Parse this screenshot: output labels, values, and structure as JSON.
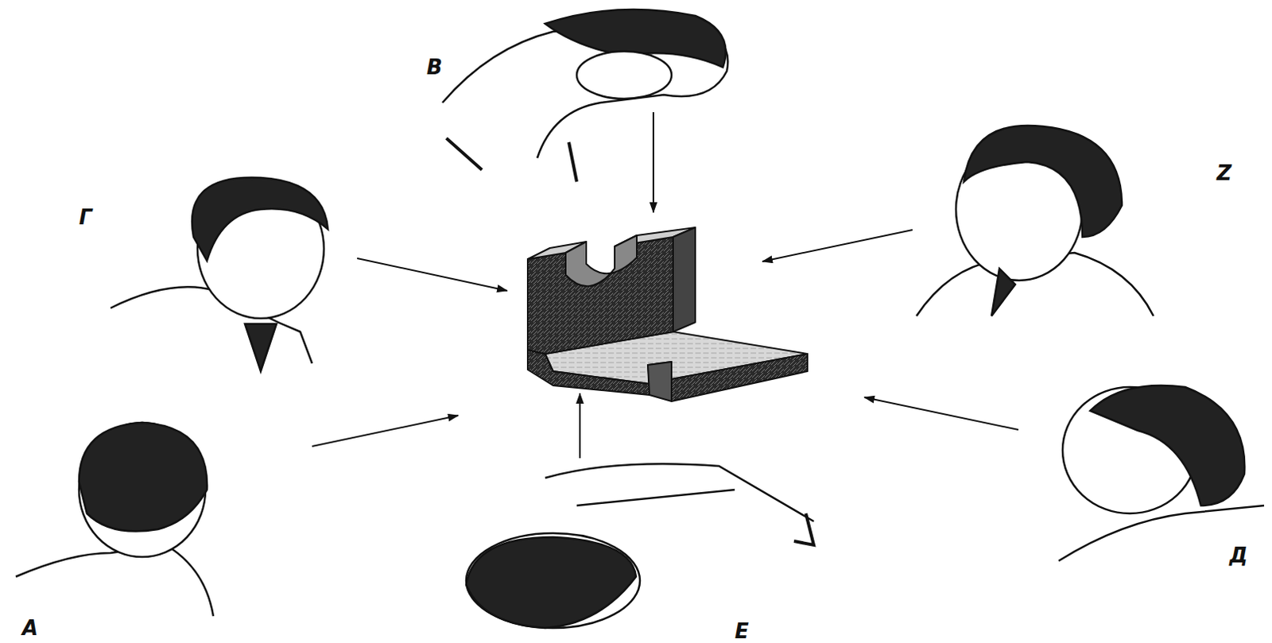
{
  "diagram": {
    "labels": [
      "В",
      "Г",
      "Z",
      "A",
      "Е",
      "Д"
    ]
  }
}
